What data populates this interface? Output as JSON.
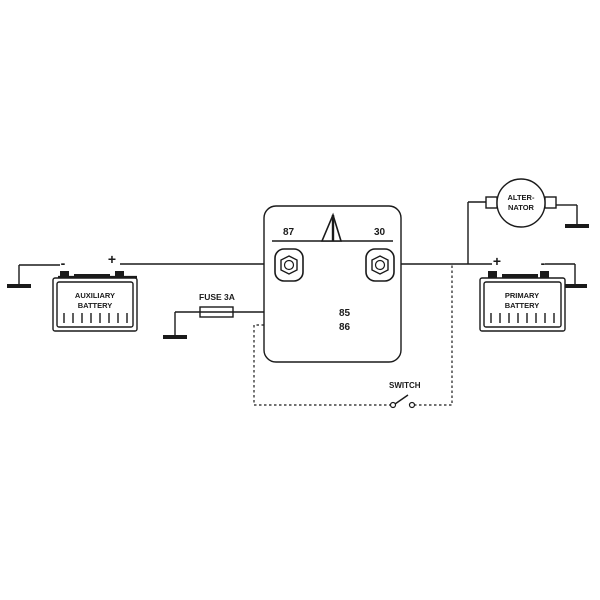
{
  "relay": {
    "terminal_87": "87",
    "terminal_30": "30",
    "terminal_85": "85",
    "terminal_86": "86"
  },
  "fuse": {
    "label": "FUSE 3A"
  },
  "switch": {
    "label": "SWITCH"
  },
  "aux_battery": {
    "line1": "AUXILIARY",
    "line2": "BATTERY",
    "plus": "+",
    "minus": "-"
  },
  "primary_battery": {
    "line1": "PRIMARY",
    "line2": "BATTERY",
    "plus": "+",
    "minus": "-"
  },
  "alternator": {
    "line1": "ALTER-",
    "line2": "NATOR"
  },
  "colors": {
    "ink": "#1a1a1a",
    "background": "#ffffff"
  }
}
